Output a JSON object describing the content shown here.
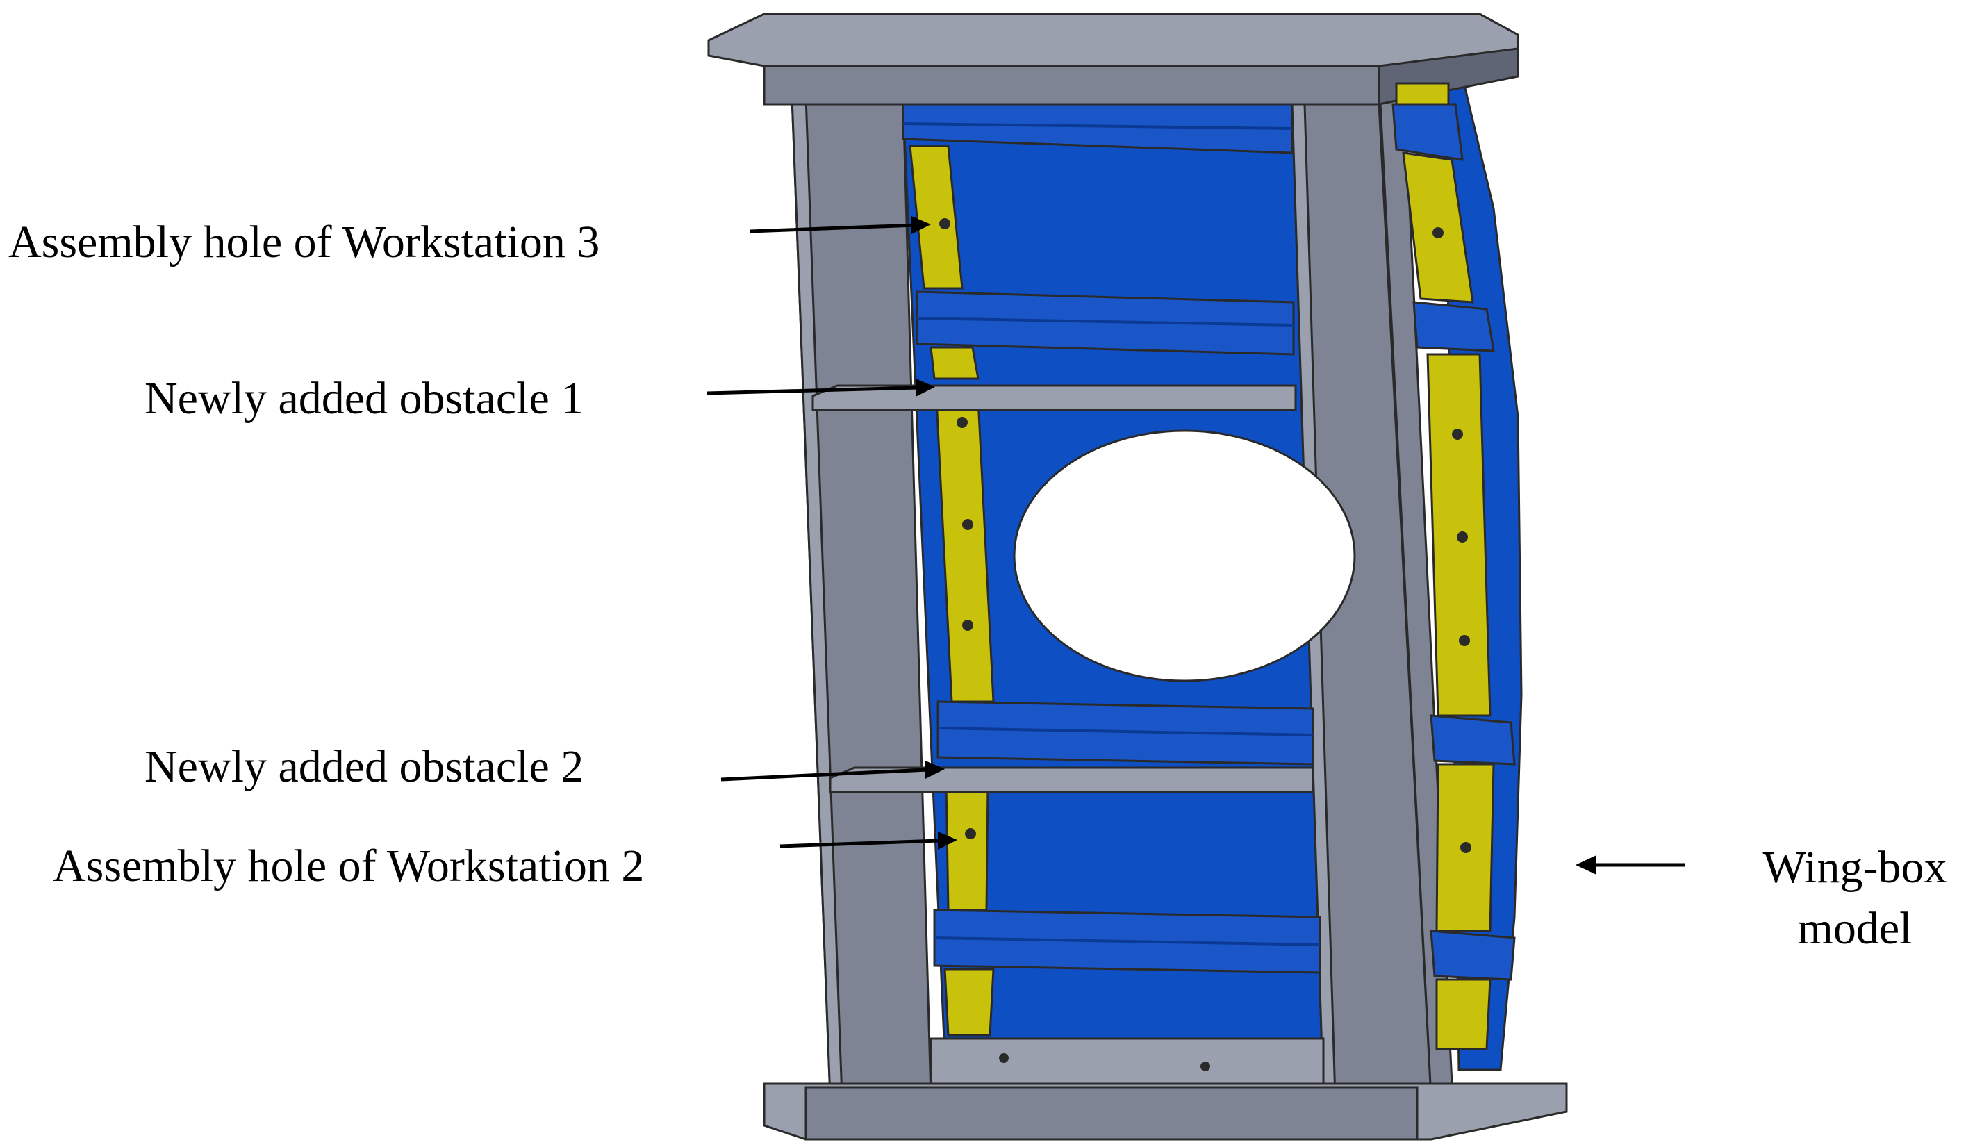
{
  "labels": {
    "hole_ws3": "Assembly hole of Workstation 3",
    "obstacle_1": "Newly added obstacle 1",
    "obstacle_2": "Newly added obstacle 2",
    "hole_ws2": "Assembly hole of Workstation 2",
    "wing_box_line1": "Wing-box",
    "wing_box_line2": "model"
  },
  "colors": {
    "frame_gray": "#7e8494",
    "frame_gray_light": "#9aa0ae",
    "frame_gray_dark": "#5f6575",
    "skin_blue": "#0f4fc4",
    "stringer_blue": "#1b56c9",
    "stringer_dark": "#0a3a94",
    "rib_yellow": "#c8c20c",
    "hole_white": "#ffffff",
    "outline": "#2a2a2a"
  }
}
